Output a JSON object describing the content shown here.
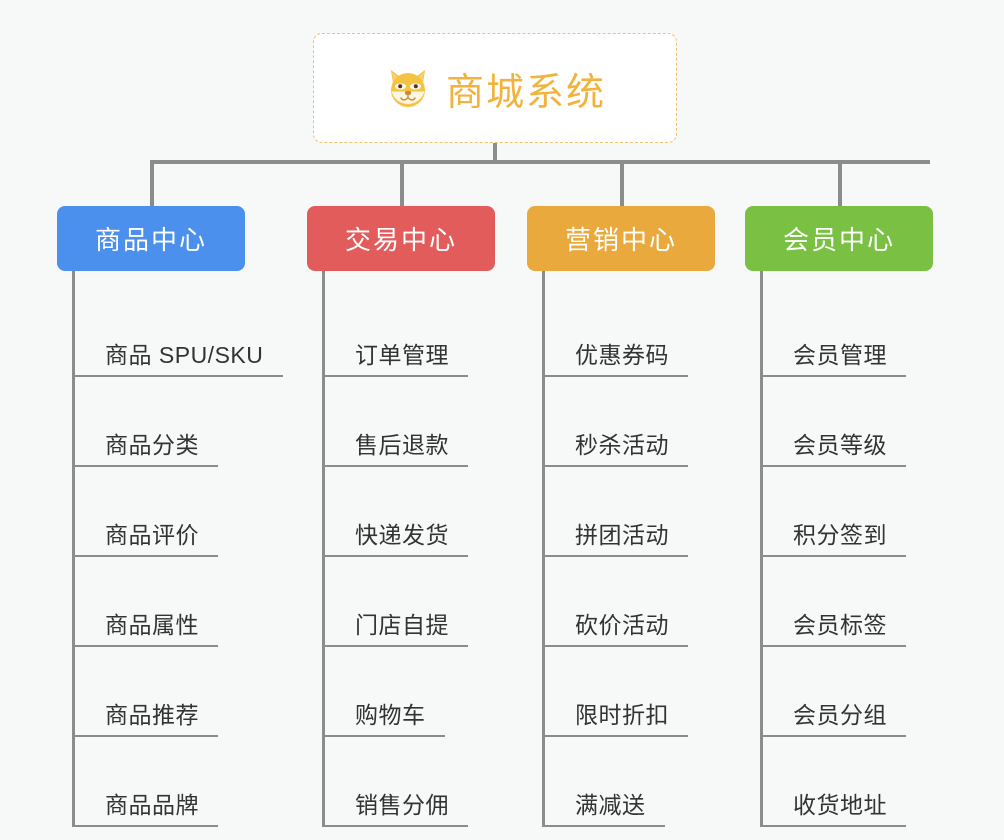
{
  "background_color": "#f7f8f8",
  "root": {
    "icon": "shiba-dog-face-icon",
    "title": "商城系统",
    "title_color": "#f2b33d",
    "border_color": "#f0c070"
  },
  "columns": [
    {
      "id": "product-center",
      "header": "商品中心",
      "color": "#4a90ec",
      "items": [
        "商品 SPU/SKU",
        "商品分类",
        "商品评价",
        "商品属性",
        "商品推荐",
        "商品品牌"
      ]
    },
    {
      "id": "trade-center",
      "header": "交易中心",
      "color": "#e25c5c",
      "items": [
        "订单管理",
        "售后退款",
        "快递发货",
        "门店自提",
        "购物车",
        "销售分佣"
      ]
    },
    {
      "id": "marketing-center",
      "header": "营销中心",
      "color": "#eaa93c",
      "items": [
        "优惠券码",
        "秒杀活动",
        "拼团活动",
        "砍价活动",
        "限时折扣",
        "满减送"
      ]
    },
    {
      "id": "member-center",
      "header": "会员中心",
      "color": "#79c043",
      "items": [
        "会员管理",
        "会员等级",
        "积分签到",
        "会员标签",
        "会员分组",
        "收货地址"
      ]
    }
  ],
  "connector_color": "#8c8c8c"
}
